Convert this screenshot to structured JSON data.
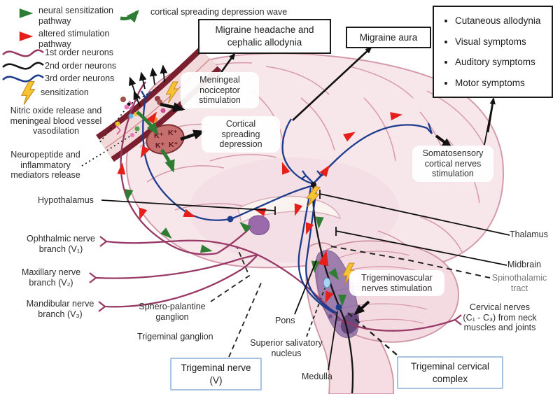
{
  "legend": {
    "items": [
      {
        "icon": "green-triangle-icon",
        "label": "neural sensitization\npathway"
      },
      {
        "icon": "red-triangle-icon",
        "label": "altered stimulation\npathway"
      },
      {
        "icon": "first-order-line-icon",
        "label": "1st order neurons"
      },
      {
        "icon": "second-order-line-icon",
        "label": "2nd order neurons"
      },
      {
        "icon": "third-order-line-icon",
        "label": "3rd order neurons"
      },
      {
        "icon": "lightning-icon",
        "label": "sensitization"
      }
    ],
    "csd_wave_label": "cortical spreading depression wave"
  },
  "boxes": {
    "migraine_headache": "Migraine headache and\ncephalic allodynia",
    "migraine_aura": "Migraine aura",
    "symptoms": {
      "items": [
        "Cutaneous allodynia",
        "Visual symptoms",
        "Auditory symptoms",
        "Motor symptoms"
      ]
    },
    "trigeminal_nerve": "Trigeminal nerve\n(V)",
    "trigeminal_cervical_complex": "Trigeminal cervical\ncomplex"
  },
  "labels": {
    "nitric_oxide": "Nitric oxide release and\nmeningeal blood vessel\nvasodilation",
    "neuropeptide": "Neuropeptide and\ninflammatory\nmediators release",
    "hypothalamus": "Hypothalamus",
    "ophthalmic": "Ophthalmic nerve\nbranch (V₁)",
    "maxillary": "Maxillary nerve\nbranch (V₂)",
    "mandibular": "Mandibular nerve\nbranch (V₃)",
    "sphero_palatine": "Sphero-palantine\nganglion",
    "trigeminal_ganglion": "Trigeminal ganglion",
    "pons": "Pons",
    "superior_salivatory": "Superior salivatory\nnucleus",
    "medulla": "Medulla",
    "cervical_nerves": "Cervical nerves\n(C₁ - C₃) from neck\nmuscles and joints",
    "spinothalamic": "Spinothalamic\ntract",
    "midbrain": "Midbrain",
    "thalamus": "Thalamus",
    "meningeal_nociceptor": "Meningeal\nnociceptor\nstimulation",
    "cortical_spreading": "Cortical\nspreading\ndepression",
    "somatosensory": "Somatosensory\ncortical nerves\nstimulation",
    "trigeminovascular": "Trigeminovascular\nnerves stimulation"
  },
  "scene": {
    "k_ions": [
      "K⁺",
      "K⁺",
      "K⁺",
      "K⁺"
    ]
  },
  "colors": {
    "neural_sensitization_green": "#2e7d32",
    "altered_stimulation_red": "#e51f1a",
    "first_order_purple": "#993a66",
    "second_order_black": "#151515",
    "third_order_blue": "#1d3c8c",
    "sensitization_yellow": "#f5c434",
    "vessel_maroon": "#7a1f2d",
    "brain_pink": "#f7e6ea",
    "blue_box_border": "#a8c2e2"
  }
}
